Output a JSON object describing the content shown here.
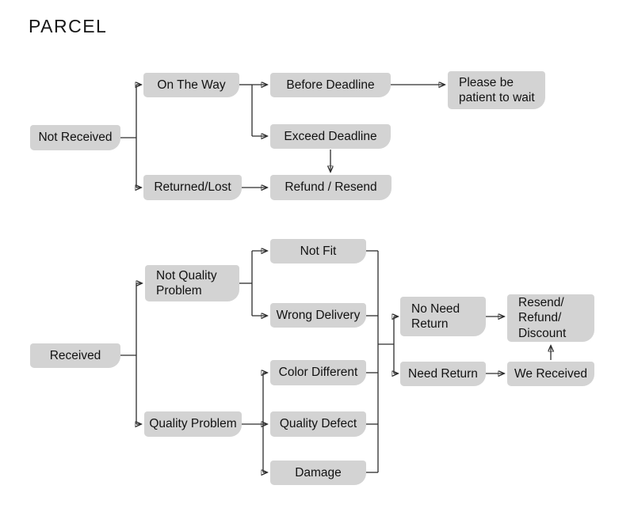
{
  "title": "PARCEL",
  "colors": {
    "background": "#ffffff",
    "node_fill": "#d3d3d3",
    "node_text": "#121212",
    "connector": "#2d2d2d"
  },
  "diagram": {
    "nodes": [
      {
        "id": "not-received",
        "label": "Not Received"
      },
      {
        "id": "on-the-way",
        "label": "On The Way"
      },
      {
        "id": "before-deadline",
        "label": "Before Deadline"
      },
      {
        "id": "please-wait",
        "label": "Please be\npatient to wait"
      },
      {
        "id": "exceed-deadline",
        "label": "Exceed Deadline"
      },
      {
        "id": "returned-lost",
        "label": "Returned/Lost"
      },
      {
        "id": "refund-resend",
        "label": "Refund / Resend"
      },
      {
        "id": "received",
        "label": "Received"
      },
      {
        "id": "not-quality-problem",
        "label": "Not Quality\nProblem"
      },
      {
        "id": "quality-problem",
        "label": "Quality Problem"
      },
      {
        "id": "not-fit",
        "label": "Not Fit"
      },
      {
        "id": "wrong-delivery",
        "label": "Wrong Delivery"
      },
      {
        "id": "color-different",
        "label": "Color Different"
      },
      {
        "id": "quality-defect",
        "label": "Quality Defect"
      },
      {
        "id": "damage",
        "label": "Damage"
      },
      {
        "id": "no-need-return",
        "label": "No Need\nReturn"
      },
      {
        "id": "need-return",
        "label": "Need Return"
      },
      {
        "id": "we-received",
        "label": "We Received"
      },
      {
        "id": "resend-refund-discount",
        "label": "Resend/\nRefund/\nDiscount"
      }
    ],
    "edges": [
      {
        "from": "not-received",
        "to": "on-the-way"
      },
      {
        "from": "not-received",
        "to": "returned-lost"
      },
      {
        "from": "on-the-way",
        "to": "before-deadline"
      },
      {
        "from": "on-the-way",
        "to": "exceed-deadline"
      },
      {
        "from": "before-deadline",
        "to": "please-wait"
      },
      {
        "from": "exceed-deadline",
        "to": "refund-resend"
      },
      {
        "from": "returned-lost",
        "to": "refund-resend"
      },
      {
        "from": "received",
        "to": "not-quality-problem"
      },
      {
        "from": "received",
        "to": "quality-problem"
      },
      {
        "from": "not-quality-problem",
        "to": "not-fit"
      },
      {
        "from": "not-quality-problem",
        "to": "wrong-delivery"
      },
      {
        "from": "quality-problem",
        "to": "color-different"
      },
      {
        "from": "quality-problem",
        "to": "quality-defect"
      },
      {
        "from": "quality-problem",
        "to": "damage"
      },
      {
        "from": [
          "not-fit",
          "wrong-delivery",
          "color-different",
          "quality-defect",
          "damage"
        ],
        "to": [
          "no-need-return",
          "need-return"
        ]
      },
      {
        "from": "no-need-return",
        "to": "resend-refund-discount"
      },
      {
        "from": "need-return",
        "to": "we-received"
      },
      {
        "from": "we-received",
        "to": "resend-refund-discount"
      }
    ]
  }
}
